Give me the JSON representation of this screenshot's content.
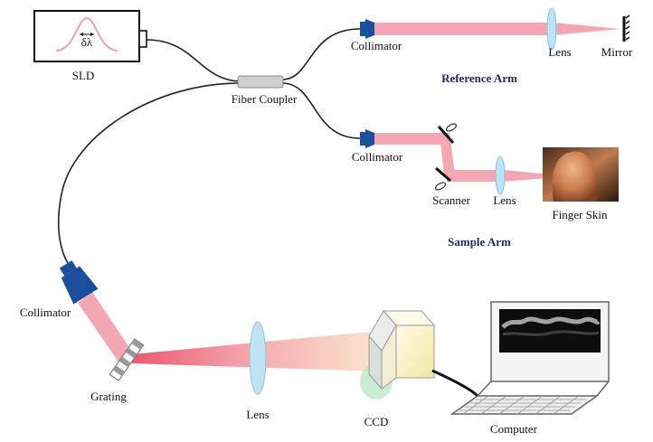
{
  "labels": {
    "sld": "SLD",
    "delta_lambda": "δλ",
    "fiber_coupler": "Fiber Coupler",
    "collimator_ref": "Collimator",
    "collimator_sample": "Collimator",
    "collimator_spec": "Collimator",
    "lens_ref": "Lens",
    "mirror": "Mirror",
    "reference_arm": "Reference Arm",
    "scanner": "Scanner",
    "lens_sample": "Lens",
    "finger_skin": "Finger Skin",
    "sample_arm": "Sample Arm",
    "grating": "Grating",
    "lens_spec": "Lens",
    "ccd": "CCD",
    "computer": "Computer"
  },
  "colors": {
    "beam": "#f2a7b3",
    "collimator": "#1b4f9c",
    "lens": "#bfe3f5",
    "fiber": "#222222",
    "arm_label": "#1c2a6b"
  }
}
